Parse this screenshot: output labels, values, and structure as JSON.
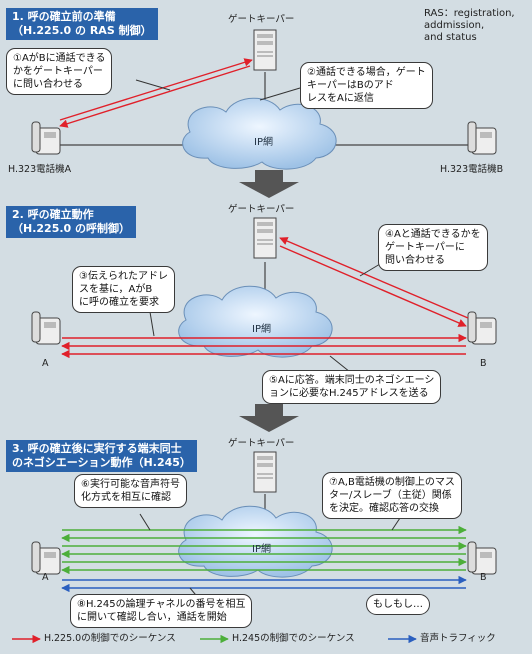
{
  "ras_note": {
    "line1": "RAS：registration,",
    "line2": "addmission,",
    "line3": "and status"
  },
  "section1": {
    "title_line1": "1. 呼の確立前の準備",
    "title_line2": "（H.225.0 の RAS 制御）",
    "gatekeeper": "ゲートキーパー",
    "callout1": [
      "①AがBに通話できる",
      "かをゲートキーパー",
      "に問い合わせる"
    ],
    "callout2": [
      "②通話できる場合，ゲート",
      "キーパーはBのアド",
      "レスをAに返信"
    ],
    "ip_network": "IP網",
    "phone_a": "H.323電話機A",
    "phone_b": "H.323電話機B"
  },
  "section2": {
    "title_line1": "2. 呼の確立動作",
    "title_line2": "（H.225.0 の呼制御）",
    "gatekeeper": "ゲートキーパー",
    "callout3": [
      "③伝えられたアドレ",
      "スを基に，AがB",
      "に呼の確立を要求"
    ],
    "callout4": [
      "④Aと通話できるかを",
      "ゲートキーパーに",
      "問い合わせる"
    ],
    "callout5": [
      "⑤Aに応答。端末同士のネゴシエーシ",
      "ョンに必要なH.245アドレスを送る"
    ],
    "ip_network": "IP網",
    "phone_a": "A",
    "phone_b": "B"
  },
  "section3": {
    "title_line1": "3. 呼の確立後に実行する端末同士",
    "title_line2": "のネゴシエーション動作（H.245）",
    "gatekeeper": "ゲートキーパー",
    "callout6": [
      "⑥実行可能な音声符号",
      "化方式を相互に確認",
      ""
    ],
    "callout7": [
      "⑦A,B電話機の制御上のマス",
      "ター/スレーブ（主従）関係",
      "を決定。確認応答の交換"
    ],
    "callout8": [
      "⑧H.245の論理チャネルの番号を相互",
      "に開いて確認し合い，通話を開始"
    ],
    "speech": "もしもし…",
    "ip_network": "IP網",
    "phone_a": "A",
    "phone_b": "B"
  },
  "legend": {
    "h225": "H.225.0の制御でのシーケンス",
    "h245": "H.245の制御でのシーケンス",
    "voice": "音声トラフィック"
  },
  "colors": {
    "h225": "#e0202a",
    "h245": "#4caf3a",
    "voice": "#2a5fbf",
    "header_bg": "#2a63aa",
    "background": "#d3dde3"
  }
}
